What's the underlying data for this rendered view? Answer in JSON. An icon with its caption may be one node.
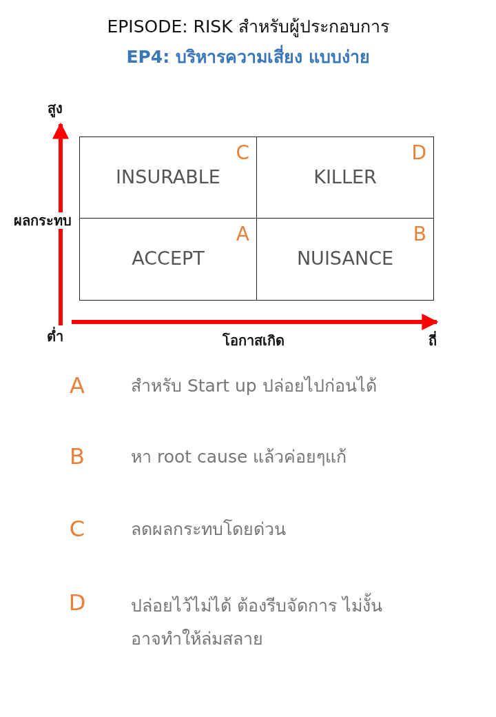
{
  "diagram": {
    "title": "EPISODE: RISK สำหรับผู้ประกอบการ",
    "nodes": [
      {
        "text": [
          "INSURABLE",
          "C"
        ]
      },
      {
        "text": [
          "KILLER",
          "D"
        ]
      },
      {
        "text": [
          "ACCEPT",
          "A"
        ]
      },
      {
        "text": [
          "NUISANCE",
          "B"
        ]
      }
    ],
    "edges": [],
    "labels": [
      "EP4: บริหารความเสี่ยง แบบง่าย",
      "สูง",
      "ผลกระทบ",
      "ต่ำ",
      "โอกาสเกิด",
      "ถี่",
      "A",
      "สำหรับ Start up ปล่อยไปก่อนได้",
      "B",
      "หา root cause แล้วค่อยๆแก้",
      "C",
      "ลดผลกระทบโดยด่วน",
      "D",
      "ปล่อยไว้ไม่ได้ ต้องรีบจัดการ ไม่งั้น อาจทำให้ล่มสลาย"
    ]
  }
}
